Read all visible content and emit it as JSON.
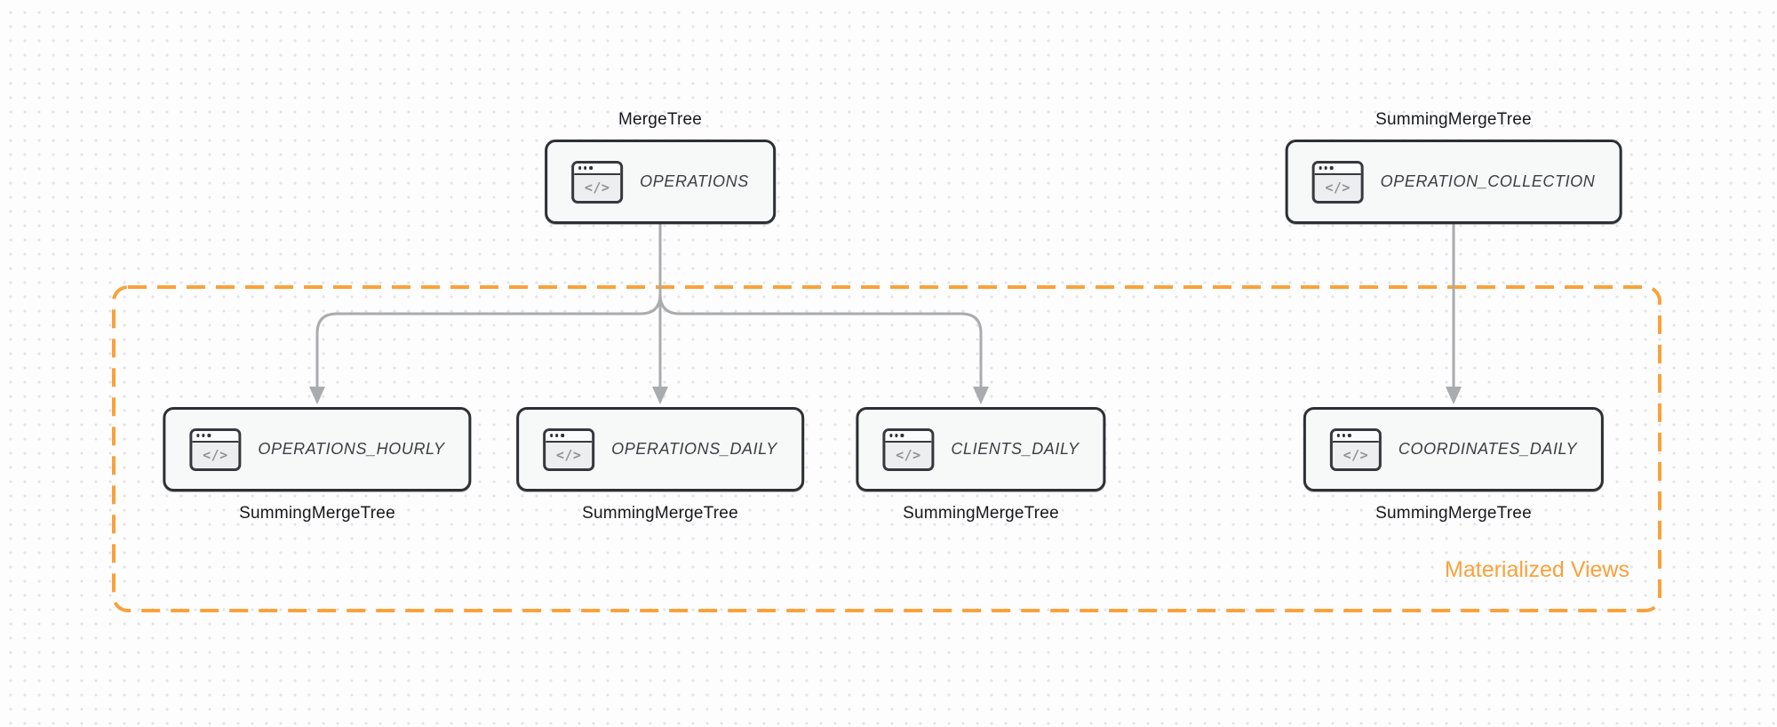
{
  "canvas": {
    "background_color": "#fdfdfe",
    "dot_color": "#e3e4e7"
  },
  "colors": {
    "accent_orange": "#f9a23b",
    "node_border": "#2d2f33",
    "node_fill": "#f7f8f8",
    "node_text": "#3c3e42",
    "arrow_gray": "#a9abad",
    "label_text": "#17181b"
  },
  "icon_glyph": "</>",
  "group": {
    "label": "Materialized Views"
  },
  "nodes": [
    {
      "id": "operations",
      "label": "OPERATIONS",
      "engine": "MergeTree",
      "engine_position": "top"
    },
    {
      "id": "operation_collection",
      "label": "OPERATION_COLLECTION",
      "engine": "SummingMergeTree",
      "engine_position": "top"
    },
    {
      "id": "operations_hourly",
      "label": "OPERATIONS_HOURLY",
      "engine": "SummingMergeTree",
      "engine_position": "bottom"
    },
    {
      "id": "operations_daily",
      "label": "OPERATIONS_DAILY",
      "engine": "SummingMergeTree",
      "engine_position": "bottom"
    },
    {
      "id": "clients_daily",
      "label": "CLIENTS_DAILY",
      "engine": "SummingMergeTree",
      "engine_position": "bottom"
    },
    {
      "id": "coordinates_daily",
      "label": "COORDINATES_DAILY",
      "engine": "SummingMergeTree",
      "engine_position": "bottom"
    }
  ],
  "edges": [
    {
      "from": "operations",
      "to": "operations_hourly"
    },
    {
      "from": "operations",
      "to": "operations_daily"
    },
    {
      "from": "operations",
      "to": "clients_daily"
    },
    {
      "from": "operation_collection",
      "to": "coordinates_daily"
    }
  ]
}
